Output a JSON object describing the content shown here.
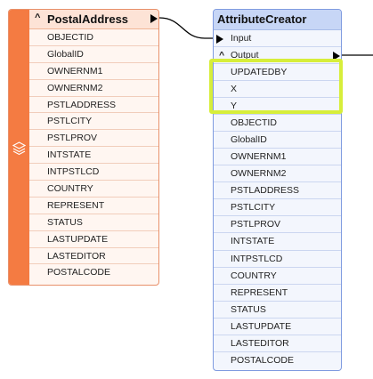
{
  "reader": {
    "title": "PostalAddress",
    "collapse_glyph": "^",
    "side_icon": "layers-icon",
    "colors": {
      "side": "#f47b42",
      "header": "#fde3d6",
      "body": "#fff6f1"
    },
    "attributes": [
      "OBJECTID",
      "GlobalID",
      "OWNERNM1",
      "OWNERNM2",
      "PSTLADDRESS",
      "PSTLCITY",
      "PSTLPROV",
      "INTSTATE",
      "INTPSTLCD",
      "COUNTRY",
      "REPRESENT",
      "STATUS",
      "LASTUPDATE",
      "LASTEDITOR",
      "POSTALCODE"
    ]
  },
  "transformer": {
    "title": "AttributeCreator",
    "input_port": "Input",
    "output_port": "Output",
    "collapse_glyph": "^",
    "colors": {
      "header": "#c7d6f6",
      "body": "#f3f6fd"
    },
    "attributes": [
      "UPDATEDBY",
      "X",
      "Y",
      "OBJECTID",
      "GlobalID",
      "OWNERNM1",
      "OWNERNM2",
      "PSTLADDRESS",
      "PSTLCITY",
      "PSTLPROV",
      "INTSTATE",
      "INTPSTLCD",
      "COUNTRY",
      "REPRESENT",
      "STATUS",
      "LASTUPDATE",
      "LASTEDITOR",
      "POSTALCODE"
    ]
  },
  "highlight": {
    "color": "#d7ee3a",
    "covers": [
      "UPDATEDBY",
      "X",
      "Y"
    ]
  }
}
